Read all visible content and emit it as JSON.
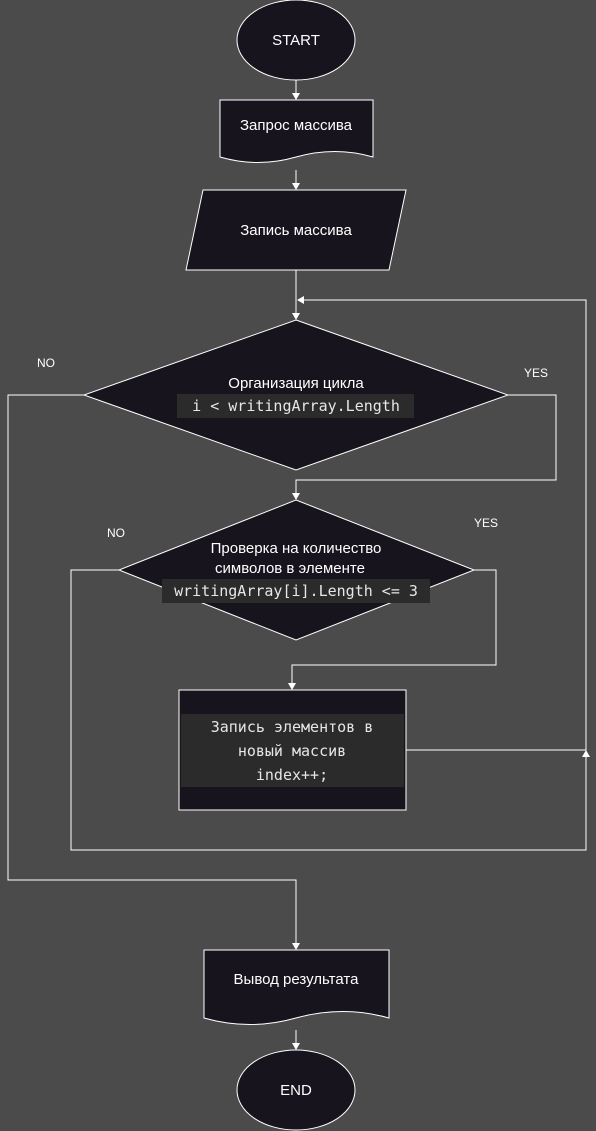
{
  "nodes": {
    "start": "START",
    "request": "Запрос массива",
    "record": "Запись массива",
    "loop": {
      "line1": "Организация цикла",
      "code": "i < writingArray.Length"
    },
    "check": {
      "line1": "Проверка на количество",
      "line2": "символов в элементе",
      "code": "writingArray[i].Length <= 3"
    },
    "write": {
      "line1": "Запись элементов в",
      "line2": "новый массив",
      "line3": "index++;"
    },
    "output": "Вывод результата",
    "end": "END"
  },
  "labels": {
    "loop_no": "NO",
    "loop_yes": "YES",
    "check_no": "NO",
    "check_yes": "YES"
  },
  "colors": {
    "background": "#4b4b4b",
    "shape_fill": "#18141d",
    "stroke": "#ffffff",
    "code_bg": "#2b2b2b"
  }
}
